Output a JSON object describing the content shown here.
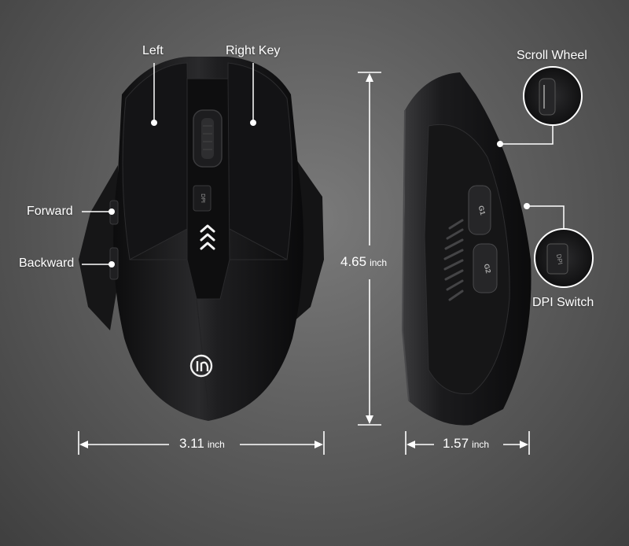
{
  "callouts": {
    "left": "Left",
    "right_key": "Right Key",
    "forward": "Forward",
    "backward": "Backward",
    "scroll_wheel": "Scroll Wheel",
    "dpi_switch": "DPI Switch"
  },
  "dimensions": {
    "width": {
      "value": "3.11",
      "unit": "inch"
    },
    "height": {
      "value": "4.65",
      "unit": "inch"
    },
    "depth": {
      "value": "1.57",
      "unit": "inch"
    }
  },
  "button_marks": {
    "dpi": "DPI",
    "g1": "G1",
    "g2": "G2"
  },
  "colors": {
    "mouse_body": "#1a1a1c",
    "accent_light": "#ffffff",
    "background": "#5e5e5e"
  },
  "icons": {
    "logo": "inphic-logo-icon",
    "arrows": "chevron-up-icon"
  }
}
